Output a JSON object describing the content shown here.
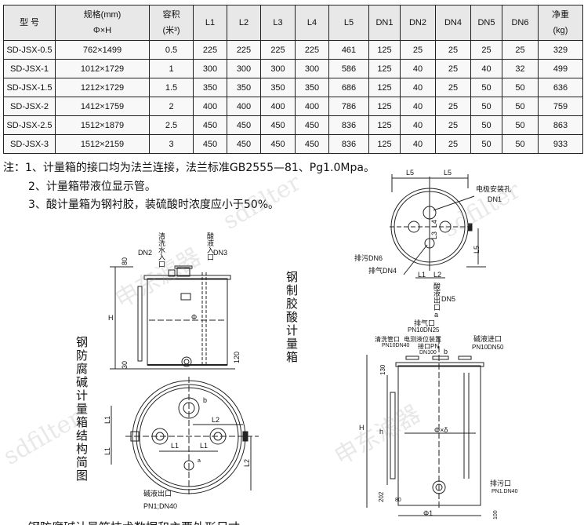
{
  "table": {
    "headers": {
      "model": "型  号",
      "spec": "规格(mm)",
      "spec2": "Φ×H",
      "volume": "容积",
      "volume2": "(米³)",
      "l1": "L1",
      "l2": "L2",
      "l3": "L3",
      "l4": "L4",
      "l5": "L5",
      "dn1": "DN1",
      "dn2": "DN2",
      "dn4": "DN4",
      "dn5": "DN5",
      "dn6": "DN6",
      "weight": "净重",
      "weight2": "(kg)"
    },
    "rows": [
      [
        "SD-JSX-0.5",
        "762×1499",
        "0.5",
        "225",
        "225",
        "225",
        "225",
        "461",
        "125",
        "25",
        "25",
        "25",
        "25",
        "329"
      ],
      [
        "SD-JSX-1",
        "1012×1729",
        "1",
        "300",
        "300",
        "300",
        "300",
        "586",
        "125",
        "40",
        "25",
        "40",
        "32",
        "499"
      ],
      [
        "SD-JSX-1.5",
        "1212×1729",
        "1.5",
        "350",
        "350",
        "350",
        "350",
        "686",
        "125",
        "40",
        "25",
        "50",
        "50",
        "636"
      ],
      [
        "SD-JSX-2",
        "1412×1759",
        "2",
        "400",
        "400",
        "400",
        "400",
        "786",
        "125",
        "40",
        "25",
        "50",
        "50",
        "759"
      ],
      [
        "SD-JSX-2.5",
        "1512×1879",
        "2.5",
        "450",
        "450",
        "450",
        "450",
        "836",
        "125",
        "40",
        "25",
        "50",
        "50",
        "863"
      ],
      [
        "SD-JSX-3",
        "1512×2159",
        "3",
        "450",
        "450",
        "450",
        "450",
        "836",
        "125",
        "40",
        "25",
        "50",
        "50",
        "933"
      ]
    ]
  },
  "notes": [
    "注：1、计量箱的接口均为法兰连接，法兰标准GB2555—81、Pg1.0Mpa。",
    "2、计量箱带液位显示管。",
    "3、酸计量箱为钢衬胶，装硫酸时浓度应小于50%。"
  ],
  "acid_tank": {
    "title": "钢制胶酸计量箱",
    "wash_inlet": "清洗水入口",
    "acid_inlet": "酸液入口",
    "dn2": "DN2",
    "dn3": "DN3",
    "dim_80": "80",
    "dim_h": "H",
    "dim_30": "30",
    "dim_120": "120",
    "phi": "Φ",
    "top": {
      "l5a": "L5",
      "l5b": "L5",
      "electrode": "电极安装孔",
      "dn1": "DN1",
      "l4": "L4",
      "l3": "L3",
      "l5c": "L5",
      "drain": "排污DN6",
      "vent": "排气DN4",
      "l1": "L1",
      "l2": "L2",
      "acid_outlet": "酸液出口",
      "dn5": "DN5"
    }
  },
  "alkali_tank": {
    "title": "钢防腐碱计量箱结构简图",
    "top": {
      "b": "b",
      "l2a": "L2",
      "l1a": "L1",
      "l1b": "L1",
      "l1c": "L1",
      "l1d": "L1",
      "l2b": "L2",
      "a": "a",
      "outlet": "碱液出口",
      "outlet_spec": "PN1;DN40"
    },
    "side": {
      "a": "a",
      "vent": "排气口",
      "vent_spec": "PN10DN25",
      "wash": "清洗管口",
      "level": "电测液位装置",
      "wash_spec": "PN10DN40",
      "port": "接口PN",
      "port_dn": "DN100",
      "b": "b",
      "inlet": "碱液进口",
      "inlet_spec": "PN10DN50",
      "dim_H": "H",
      "dim_h": "h",
      "dim_130": "130",
      "phi_delta": "Φ×δ",
      "drain": "排污口",
      "drain_spec": "PN1.DN40",
      "dim_202": "202",
      "dim_80": "80",
      "phi1": "Φ1",
      "dim_100": "100"
    }
  },
  "caption_cut": "钢防腐碱计量箱技术数据和主要外形尺寸",
  "watermarks": [
    "sdfilter",
    "申东滤器"
  ]
}
